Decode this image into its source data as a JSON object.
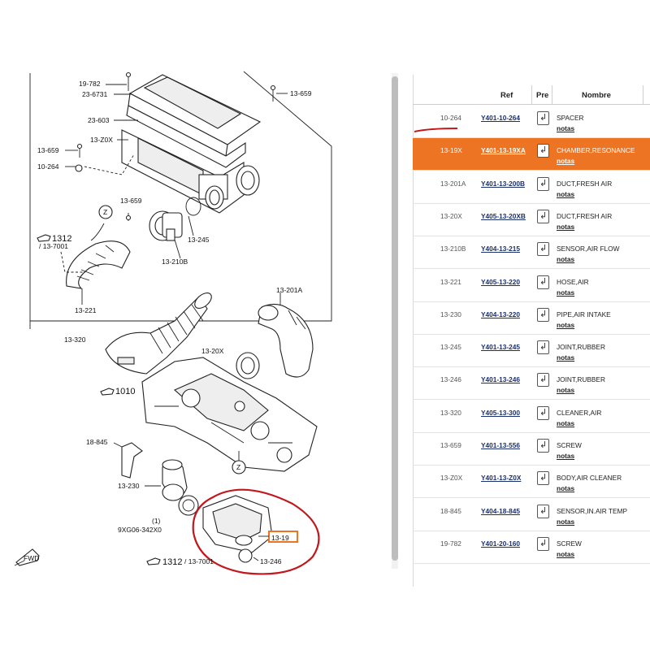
{
  "diagram": {
    "labels": {
      "l19782": "19-782",
      "l236731": "23-6731",
      "l23603": "23-603",
      "l13Z0X": "13-Z0X",
      "l13659a": "13-659",
      "l13659b": "13-659",
      "l10264": "10-264",
      "l13659c": "13-659",
      "l1312a": "1312",
      "l137001a": "/ 13-7001",
      "l13245": "13-245",
      "l13210B": "13-210B",
      "l13221": "13-221",
      "l13201A": "13-201A",
      "l13320": "13-320",
      "l1320X": "13-20X",
      "l1010": "1010",
      "l18845": "18-845",
      "l13230": "13-230",
      "l1": "(1)",
      "l9XG": "9XG06-342X0",
      "l1312b": "1312",
      "l137001b": "/ 13-7001",
      "l13246": "13-246",
      "l1319": "13-19",
      "z1": "Z",
      "z2": "Z",
      "fwd": "FWD"
    }
  },
  "table": {
    "headers": {
      "ref": "Ref",
      "pre": "Pre",
      "nombre": "Nombre"
    },
    "rows": [
      {
        "code": "10-264",
        "ref": "Y401-10-264",
        "name": "SPACER",
        "notas": "notas",
        "highlighted": false
      },
      {
        "code": "13-19X",
        "ref": "Y401-13-19XA",
        "name": "CHAMBER,RESONANCE",
        "notas": "notas",
        "highlighted": true
      },
      {
        "code": "13-201A",
        "ref": "Y401-13-200B",
        "name": "DUCT,FRESH AIR",
        "notas": "notas",
        "highlighted": false
      },
      {
        "code": "13-20X",
        "ref": "Y405-13-20XB",
        "name": "DUCT,FRESH AIR",
        "notas": "notas",
        "highlighted": false
      },
      {
        "code": "13-210B",
        "ref": "Y404-13-215",
        "name": "SENSOR,AIR FLOW",
        "notas": "notas",
        "highlighted": false
      },
      {
        "code": "13-221",
        "ref": "Y405-13-220",
        "name": "HOSE,AIR",
        "notas": "notas",
        "highlighted": false
      },
      {
        "code": "13-230",
        "ref": "Y404-13-220",
        "name": "PIPE,AIR INTAKE",
        "notas": "notas",
        "highlighted": false
      },
      {
        "code": "13-245",
        "ref": "Y401-13-245",
        "name": "JOINT,RUBBER",
        "notas": "notas",
        "highlighted": false
      },
      {
        "code": "13-246",
        "ref": "Y401-13-246",
        "name": "JOINT,RUBBER",
        "notas": "notas",
        "highlighted": false
      },
      {
        "code": "13-320",
        "ref": "Y405-13-300",
        "name": "CLEANER,AIR",
        "notas": "notas",
        "highlighted": false
      },
      {
        "code": "13-659",
        "ref": "Y401-13-556",
        "name": "SCREW",
        "notas": "notas",
        "highlighted": false
      },
      {
        "code": "13-Z0X",
        "ref": "Y401-13-Z0X",
        "name": "BODY,AIR CLEANER",
        "notas": "notas",
        "highlighted": false
      },
      {
        "code": "18-845",
        "ref": "Y404-18-845",
        "name": "SENSOR,IN.AIR TEMP",
        "notas": "notas",
        "highlighted": false
      },
      {
        "code": "19-782",
        "ref": "Y401-20-160",
        "name": "SCREW",
        "notas": "notas",
        "highlighted": false
      }
    ]
  },
  "colors": {
    "highlight": "#ec7423",
    "annotation_red": "#c0181c",
    "ref_link": "#1b2f6b"
  },
  "icons": {
    "pre_cell": "return-arrow-icon",
    "reference_pointer": "hand-pointer-icon",
    "forward": "fwd-arrow-icon"
  }
}
